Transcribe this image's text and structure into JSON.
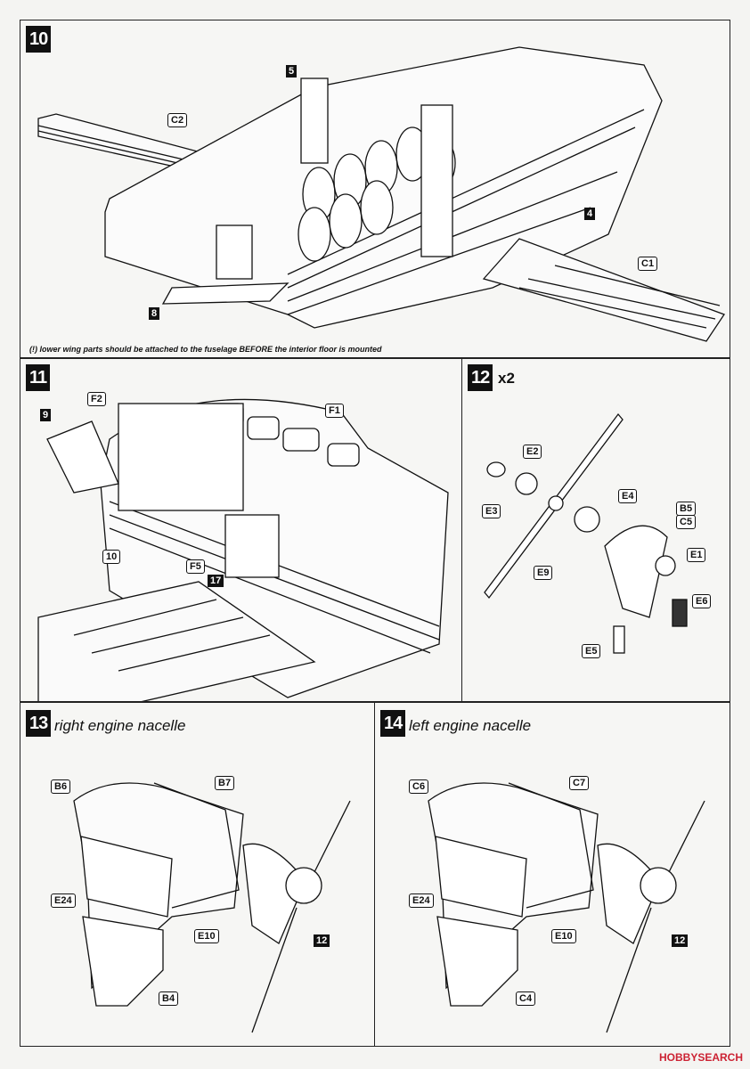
{
  "steps": {
    "s10": {
      "number": "10",
      "note": "(!) lower wing parts should be attached to the fuselage BEFORE the interior floor is mounted",
      "callouts": {
        "c2": "C2",
        "c5": "5",
        "c4": "4",
        "c1": "C1",
        "c8": "8"
      }
    },
    "s11": {
      "number": "11",
      "callouts": {
        "f2": "F2",
        "f1": "F1",
        "c9": "9",
        "c10": "10",
        "f5": "F5",
        "c17": "17"
      }
    },
    "s12": {
      "number": "12",
      "suffix": "x2",
      "callouts": {
        "e2": "E2",
        "e3": "E3",
        "e4": "E4",
        "b5": "B5",
        "c5": "C5",
        "e1": "E1",
        "e9": "E9",
        "e6": "E6",
        "e5": "E5"
      }
    },
    "s13": {
      "number": "13",
      "title": "right engine nacelle",
      "callouts": {
        "b6": "B6",
        "b7": "B7",
        "e24": "E24",
        "e10": "E10",
        "c12": "12",
        "b4": "B4"
      }
    },
    "s14": {
      "number": "14",
      "title": "left engine nacelle",
      "callouts": {
        "c6": "C6",
        "c7": "C7",
        "e24": "E24",
        "e10": "E10",
        "c12": "12",
        "c4": "C4"
      }
    }
  },
  "watermark": {
    "brand": "HOBBY",
    "rest": "SEARCH"
  },
  "colors": {
    "ink": "#111111",
    "paper": "#f6f6f4",
    "spinner": "#555555"
  }
}
